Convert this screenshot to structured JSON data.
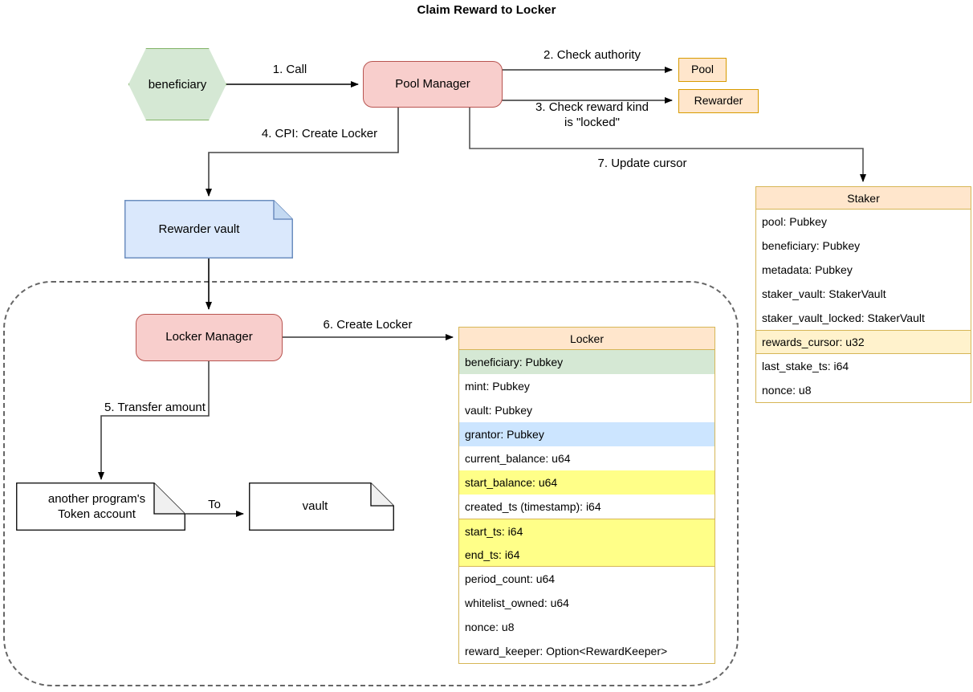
{
  "diagram": {
    "title": "Claim Reward to Locker",
    "type": "flowchart"
  },
  "nodes": {
    "beneficiary": {
      "label": "beneficiary",
      "shape": "hexagon",
      "fill": "#d5e8d4",
      "stroke": "#82b366"
    },
    "pool_manager": {
      "label": "Pool Manager",
      "shape": "rounded-rect",
      "fill": "#f8cecc",
      "stroke": "#b85450"
    },
    "pool": {
      "label": "Pool",
      "shape": "rect",
      "fill": "#ffe6cc",
      "stroke": "#d79b00"
    },
    "rewarder": {
      "label": "Rewarder",
      "shape": "rect",
      "fill": "#ffe6cc",
      "stroke": "#d79b00"
    },
    "rewarder_vault": {
      "label": "Rewarder vault",
      "shape": "note",
      "fill": "#dae8fc",
      "stroke": "#6c8ebf"
    },
    "locker_manager": {
      "label": "Locker Manager",
      "shape": "rounded-rect",
      "fill": "#f8cecc",
      "stroke": "#b85450"
    },
    "token_account": {
      "label": "another program's\nToken account",
      "shape": "note",
      "fill": "#ffffff",
      "stroke": "#000000"
    },
    "vault": {
      "label": "vault",
      "shape": "note",
      "fill": "#ffffff",
      "stroke": "#000000"
    }
  },
  "edges": [
    {
      "id": "e1",
      "label": "1. Call",
      "from": "beneficiary",
      "to": "pool_manager"
    },
    {
      "id": "e2",
      "label": "2. Check authority",
      "from": "pool_manager",
      "to": "pool"
    },
    {
      "id": "e3",
      "label": "3. Check reward kind\nis \"locked\"",
      "from": "pool_manager",
      "to": "rewarder"
    },
    {
      "id": "e4",
      "label": "4. CPI: Create Locker",
      "from": "pool_manager",
      "to": "rewarder_vault"
    },
    {
      "id": "e5",
      "label": "5. Transfer amount",
      "from": "locker_manager",
      "to": "token_account"
    },
    {
      "id": "e6",
      "label": "6. Create Locker",
      "from": "locker_manager",
      "to": "locker"
    },
    {
      "id": "e7",
      "label": "7. Update cursor",
      "from": "pool_manager",
      "to": "staker"
    },
    {
      "id": "e8",
      "label": "To",
      "from": "token_account",
      "to": "vault"
    }
  ],
  "tables": {
    "staker": {
      "title": "Staker",
      "header_fill": "#ffe6cc",
      "border": "#d6b656",
      "rows": [
        {
          "text": "pool: Pubkey",
          "fill": "#ffffff"
        },
        {
          "text": "beneficiary: Pubkey",
          "fill": "#ffffff"
        },
        {
          "text": "metadata: Pubkey",
          "fill": "#ffffff"
        },
        {
          "text": "staker_vault: StakerVault",
          "fill": "#ffffff"
        },
        {
          "text": "staker_vault_locked: StakerVault",
          "fill": "#ffffff"
        },
        {
          "text": "rewards_cursor: u32",
          "fill": "#fff2cc"
        },
        {
          "text": "last_stake_ts: i64",
          "fill": "#ffffff"
        },
        {
          "text": "nonce: u8",
          "fill": "#ffffff"
        }
      ]
    },
    "locker": {
      "title": "Locker",
      "header_fill": "#ffe6cc",
      "border": "#d6b656",
      "rows": [
        {
          "text": "beneficiary: Pubkey",
          "fill": "#d5e8d4"
        },
        {
          "text": "mint: Pubkey",
          "fill": "#ffffff"
        },
        {
          "text": "vault: Pubkey",
          "fill": "#ffffff"
        },
        {
          "text": "grantor: Pubkey",
          "fill": "#cce5ff"
        },
        {
          "text": "current_balance: u64",
          "fill": "#ffffff"
        },
        {
          "text": "start_balance: u64",
          "fill": "#ffff88"
        },
        {
          "text": "created_ts (timestamp): i64",
          "fill": "#ffffff"
        },
        {
          "text": "start_ts: i64",
          "fill": "#ffff88"
        },
        {
          "text": "end_ts: i64",
          "fill": "#ffff88"
        },
        {
          "text": "period_count: u64",
          "fill": "#ffffff"
        },
        {
          "text": "whitelist_owned: u64",
          "fill": "#ffffff"
        },
        {
          "text": "nonce: u8",
          "fill": "#ffffff"
        },
        {
          "text": "reward_keeper: Option<RewardKeeper>",
          "fill": "#ffffff"
        }
      ]
    }
  },
  "group_boundary": {
    "style": "dashed",
    "stroke": "#666666"
  }
}
